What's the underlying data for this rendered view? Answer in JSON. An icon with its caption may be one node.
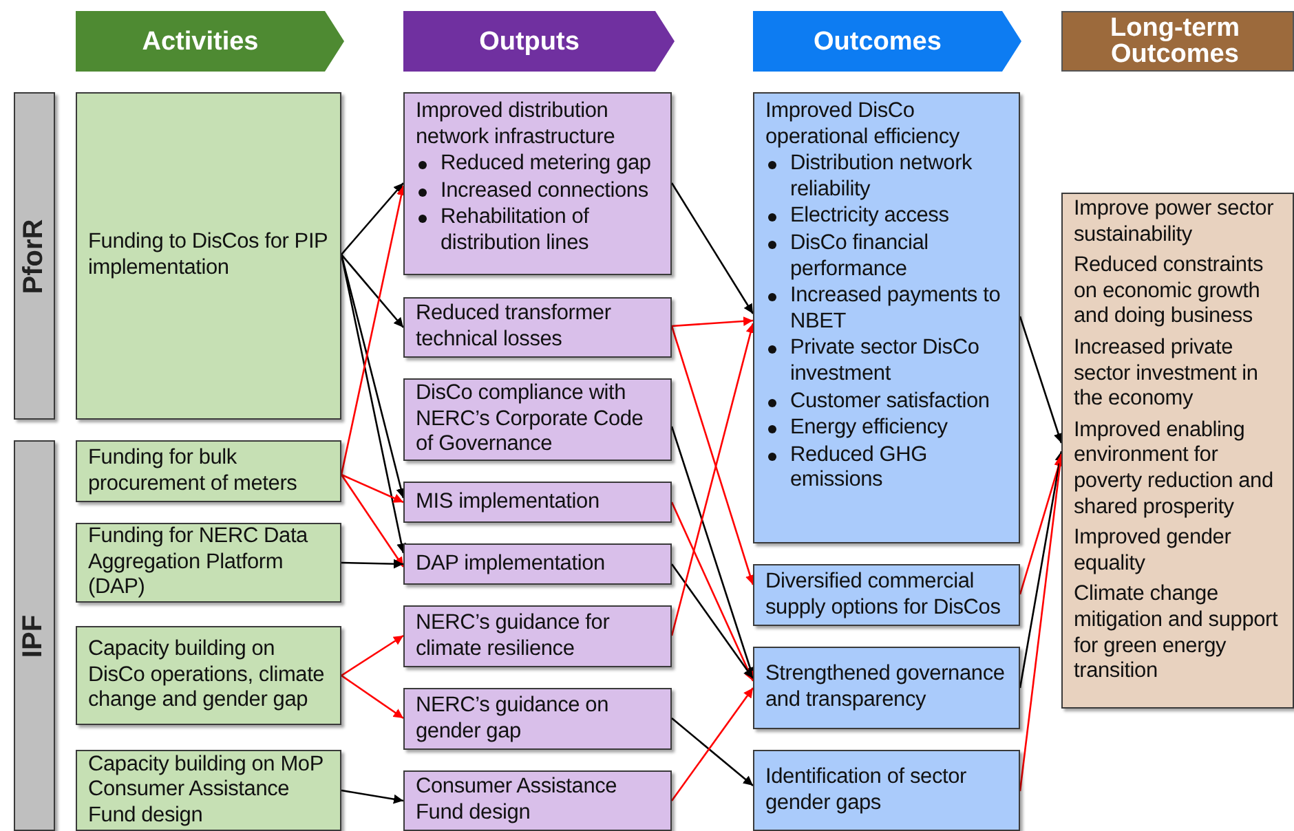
{
  "diagram": {
    "nodes": [
      {
        "text": [
          "Activities"
        ]
      },
      {
        "text": [
          "Outputs"
        ]
      },
      {
        "text": [
          "Outcomes"
        ]
      },
      {
        "text": [
          "Long-term Outcomes"
        ]
      },
      {
        "text": [
          "PforR"
        ]
      },
      {
        "text": [
          "IPF"
        ]
      },
      {
        "text": [
          "Funding to DisCos for PIP implementation"
        ]
      },
      {
        "text": [
          "Funding for bulk procurement of meters"
        ]
      },
      {
        "text": [
          "Funding for NERC Data Aggregation Platform (DAP)"
        ]
      },
      {
        "text": [
          "Capacity building on DisCo operations, climate change and gender gap"
        ]
      },
      {
        "text": [
          "Capacity building on MoP Consumer Assistance Fund design"
        ]
      },
      {
        "text": [
          "Improved distribution network infrastructure",
          "Reduced metering gap",
          "Increased connections",
          "Rehabilitation of distribution lines"
        ]
      },
      {
        "text": [
          "Reduced transformer technical losses"
        ]
      },
      {
        "text": [
          "DisCo compliance with NERC’s Corporate Code of Governance"
        ]
      },
      {
        "text": [
          "MIS implementation"
        ]
      },
      {
        "text": [
          "DAP implementation"
        ]
      },
      {
        "text": [
          "NERC’s guidance for climate resilience"
        ]
      },
      {
        "text": [
          "NERC’s guidance on gender gap"
        ]
      },
      {
        "text": [
          "Consumer Assistance Fund design"
        ]
      },
      {
        "text": [
          "Improved DisCo operational efficiency",
          "Distribution network reliability",
          "Electricity access",
          "DisCo financial performance",
          "Increased payments to NBET",
          "Private sector DisCo investment",
          "Customer satisfaction",
          "Energy efficiency",
          "Reduced GHG emissions"
        ]
      },
      {
        "text": [
          "Diversified commercial supply options for DisCos"
        ]
      },
      {
        "text": [
          "Strengthened governance and transparency"
        ]
      },
      {
        "text": [
          "Identification of sector gender gaps"
        ]
      },
      {
        "text": [
          "Improve power sector sustainability",
          "Reduced constraints on economic growth and doing business",
          "Increased private sector investment in the economy",
          "Improved enabling environment for poverty reduction and shared prosperity",
          "Improved gender equality",
          "Climate change mitigation and support for green energy transition"
        ]
      }
    ],
    "edges": [
      {
        "from": 6,
        "to": 11,
        "arrow": "to"
      },
      {
        "from": 6,
        "to": 12,
        "arrow": "to"
      },
      {
        "from": 6,
        "to": 14,
        "arrow": "to"
      },
      {
        "from": 6,
        "to": 15,
        "arrow": "to"
      },
      {
        "from": 7,
        "to": 11,
        "arrow": "to",
        "color": "#ff0000"
      },
      {
        "from": 7,
        "to": 14,
        "arrow": "to",
        "color": "#ff0000"
      },
      {
        "from": 7,
        "to": 15,
        "arrow": "to",
        "color": "#ff0000"
      },
      {
        "from": 8,
        "to": 15,
        "arrow": "to"
      },
      {
        "from": 9,
        "to": 16,
        "arrow": "to",
        "color": "#ff0000"
      },
      {
        "from": 9,
        "to": 17,
        "arrow": "to",
        "color": "#ff0000"
      },
      {
        "from": 10,
        "to": 18,
        "arrow": "to"
      },
      {
        "from": 11,
        "to": 19,
        "arrow": "to"
      },
      {
        "from": 12,
        "to": 19,
        "arrow": "to",
        "color": "#ff0000"
      },
      {
        "from": 12,
        "to": 20,
        "arrow": "to",
        "color": "#ff0000"
      },
      {
        "from": 13,
        "to": 21,
        "arrow": "to"
      },
      {
        "from": 14,
        "to": 21,
        "arrow": "to",
        "color": "#ff0000"
      },
      {
        "from": 15,
        "to": 21,
        "arrow": "to"
      },
      {
        "from": 16,
        "to": 19,
        "arrow": "to",
        "color": "#ff0000"
      },
      {
        "from": 17,
        "to": 22,
        "arrow": "to"
      },
      {
        "from": 18,
        "to": 21,
        "arrow": "to",
        "color": "#ff0000"
      },
      {
        "from": 19,
        "to": 23,
        "arrow": "to"
      },
      {
        "from": 20,
        "to": 23,
        "arrow": "to",
        "color": "#ff0000"
      },
      {
        "from": 21,
        "to": 23,
        "arrow": "to"
      },
      {
        "from": 22,
        "to": 23,
        "arrow": "to",
        "color": "#ff0000"
      }
    ]
  }
}
